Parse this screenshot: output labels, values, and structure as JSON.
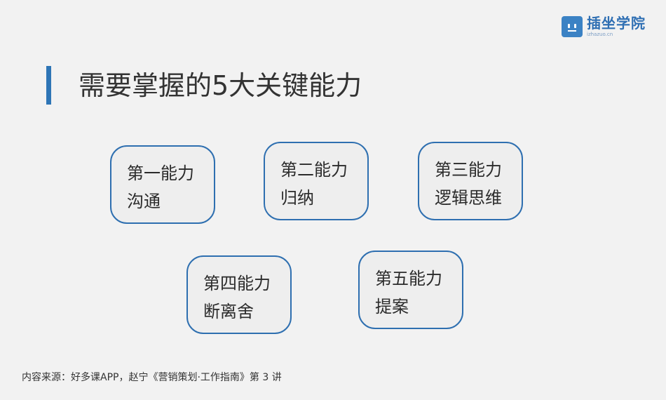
{
  "logo": {
    "name": "插坐学院",
    "url": "izhazuo.cn"
  },
  "title": "需要掌握的5大关键能力",
  "cards": [
    {
      "heading": "第一能力",
      "text": "沟通"
    },
    {
      "heading": "第二能力",
      "text": "归纳"
    },
    {
      "heading": "第三能力",
      "text": "逻辑思维"
    },
    {
      "heading": "第四能力",
      "text": "断离舍"
    },
    {
      "heading": "第五能力",
      "text": "提案"
    }
  ],
  "source": "内容来源：好多课APP，赵宁《营销策划·工作指南》第 3 讲",
  "colors": {
    "accent": "#2e75b6",
    "background": "#f2f2f2"
  }
}
